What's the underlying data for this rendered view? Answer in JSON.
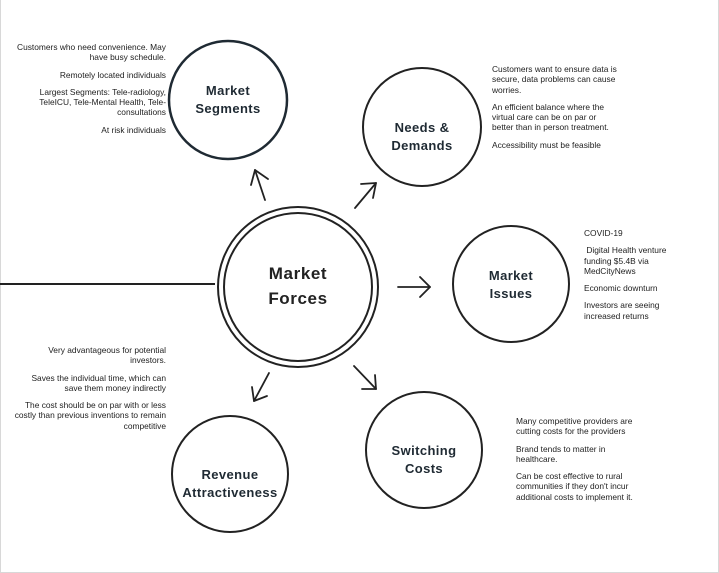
{
  "nodes": {
    "center": {
      "label_line1": "Market",
      "label_line2": "Forces"
    },
    "segments": {
      "label_line1": "Market",
      "label_line2": "Segments"
    },
    "needs": {
      "label_line1": "Needs &",
      "label_line2": "Demands"
    },
    "issues": {
      "label_line1": "Market",
      "label_line2": "Issues"
    },
    "switching": {
      "label_line1": "Switching",
      "label_line2": "Costs"
    },
    "revenue": {
      "label_line1": "Revenue",
      "label_line2": "Attractiveness"
    }
  },
  "notes": {
    "segments": [
      "Customers who need convenience. May have busy schedule.",
      "Remotely located individuals",
      "Largest Segments: Tele-radiology, TeleICU, Tele-Mental Health, Tele-consultations",
      "At risk individuals"
    ],
    "needs": [
      "Customers want to ensure data is secure, data problems can cause worries.",
      "An efficient balance where the virtual care can be on par or better than in person treatment.",
      "Accessibility must be feasible"
    ],
    "issues": [
      "COVID-19",
      " Digital Health venture funding $5.4B via MedCityNews",
      "Economic downturn",
      "Investors are seeing increased returns"
    ],
    "revenue": [
      "Very advantageous for potential investors.",
      "Saves the individual time, which can save them money indirectly",
      "The cost should be on par with or less costly than previous inventions to remain competitive"
    ],
    "switching": [
      "Many competitive providers are cutting costs for the providers",
      "Brand tends to matter in healthcare.",
      "Can be cost effective to rural communities if they don't incur additional costs to implement it."
    ]
  },
  "colors": {
    "line": "#222222",
    "segments_ring": "#1f2a33",
    "frame": "#d8d8d8"
  }
}
